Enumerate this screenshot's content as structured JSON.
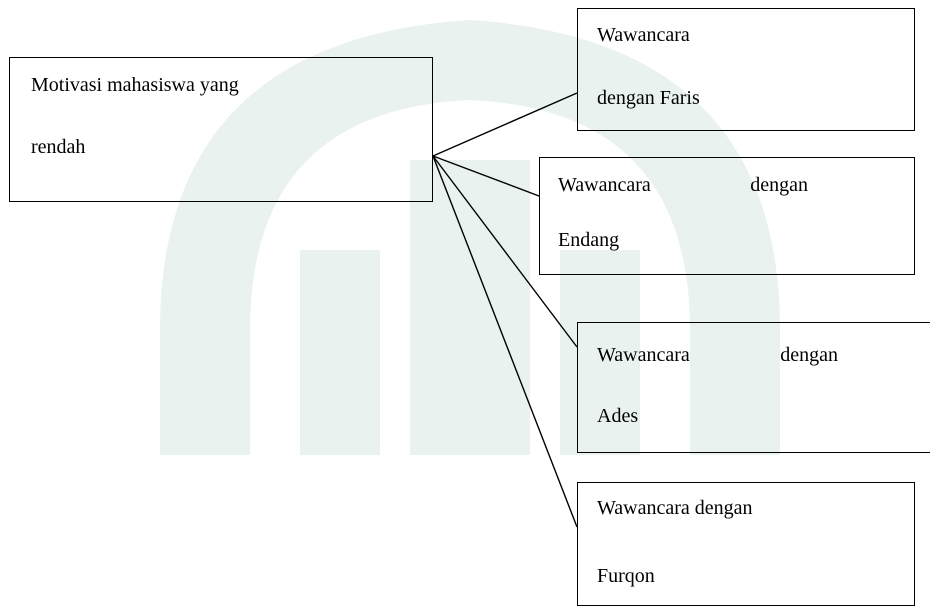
{
  "colors": {
    "line": "#000000",
    "text": "#000000",
    "watermark": "#e9f2ee"
  },
  "source": {
    "line1": "Motivasi mahasiswa yang",
    "line2": "rendah"
  },
  "targets": [
    {
      "line1": "Wawancara",
      "line2": "dengan Faris"
    },
    {
      "line1_a": "Wawancara",
      "line1_b": "dengan",
      "line2": "Endang"
    },
    {
      "line1_a": "Wawancara",
      "line1_b": "dengan",
      "line2": "Ades"
    },
    {
      "line1": "Wawancara dengan",
      "line2": "Furqon"
    }
  ]
}
